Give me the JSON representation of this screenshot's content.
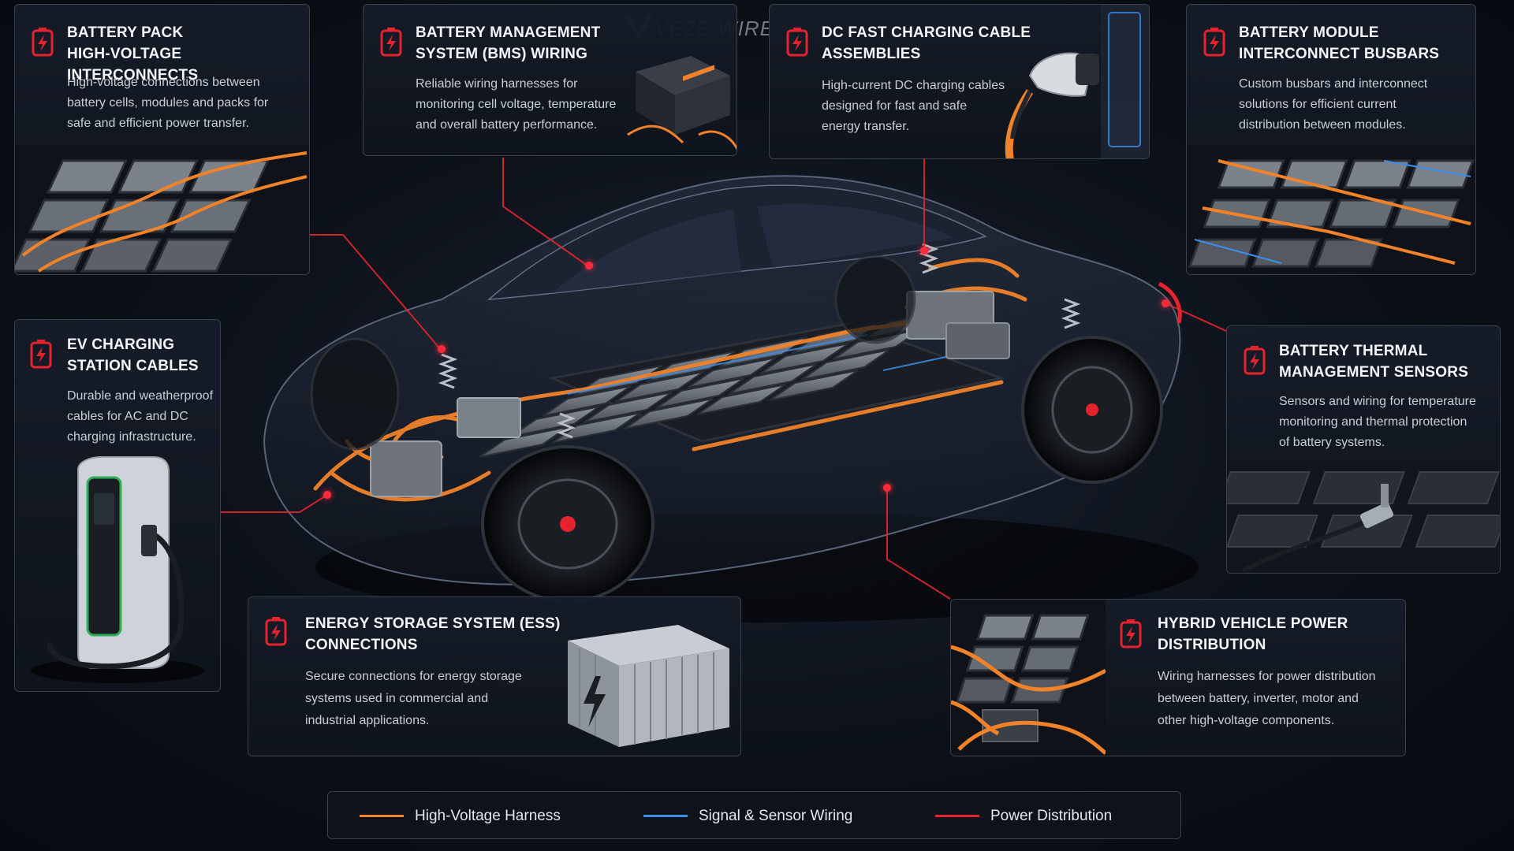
{
  "brand": {
    "watermark_text": "VEZE WIRE"
  },
  "colors": {
    "high_voltage": "#f0822a",
    "signal": "#3d8ee8",
    "power": "#e5232f",
    "accent_red": "#e5232f"
  },
  "cards": {
    "battery_pack": {
      "icon": "battery-bolt-icon",
      "title_line1": "BATTERY PACK",
      "title_line2": "HIGH-VOLTAGE INTERCONNECTS",
      "desc_line1": "High-voltage connections between",
      "desc_line2": "battery cells, modules and packs for",
      "desc_line3": "safe and efficient power transfer."
    },
    "bms": {
      "icon": "battery-bolt-icon",
      "title_line1": "BATTERY MANAGEMENT",
      "title_line2": "SYSTEM (BMS) WIRING",
      "desc_line1": "Reliable wiring harnesses for",
      "desc_line2": "monitoring cell voltage, temperature",
      "desc_line3": "and overall battery performance."
    },
    "dc_fast": {
      "icon": "battery-bolt-icon",
      "title_line1": "DC FAST CHARGING CABLE",
      "title_line2": "ASSEMBLIES",
      "desc_line1": "High-current DC charging cables",
      "desc_line2": "designed for fast and safe",
      "desc_line3": "energy transfer."
    },
    "busbars": {
      "icon": "battery-bolt-icon",
      "title_line1": "BATTERY MODULE",
      "title_line2": "INTERCONNECT BUSBARS",
      "desc_line1": "Custom busbars and interconnect",
      "desc_line2": "solutions for efficient current",
      "desc_line3": "distribution between modules."
    },
    "ev_station": {
      "icon": "battery-bolt-icon",
      "title_line1": "EV CHARGING",
      "title_line2": "STATION CABLES",
      "desc_line1": "Durable and weatherproof",
      "desc_line2": "cables for AC and DC",
      "desc_line3": "charging infrastructure."
    },
    "thermal": {
      "icon": "battery-bolt-icon",
      "title_line1": "BATTERY THERMAL",
      "title_line2": "MANAGEMENT SENSORS",
      "desc_line1": "Sensors and wiring for temperature",
      "desc_line2": "monitoring and thermal protection",
      "desc_line3": "of battery systems."
    },
    "ess": {
      "icon": "battery-bolt-icon",
      "title_line1": "ENERGY STORAGE SYSTEM (ESS)",
      "title_line2": "CONNECTIONS",
      "desc_line1": "Secure connections for energy storage",
      "desc_line2": "systems used in commercial and",
      "desc_line3": "industrial applications."
    },
    "hybrid": {
      "icon": "battery-bolt-icon",
      "title_line1": "HYBRID VEHICLE POWER",
      "title_line2": "DISTRIBUTION",
      "desc_line1": "Wiring harnesses for power distribution",
      "desc_line2": "between battery, inverter, motor and",
      "desc_line3": "other high-voltage components."
    }
  },
  "legend": [
    {
      "label": "High-Voltage Harness",
      "color": "#f0822a"
    },
    {
      "label": "Signal & Sensor Wiring",
      "color": "#3d8ee8"
    },
    {
      "label": "Power Distribution",
      "color": "#e5232f"
    }
  ]
}
